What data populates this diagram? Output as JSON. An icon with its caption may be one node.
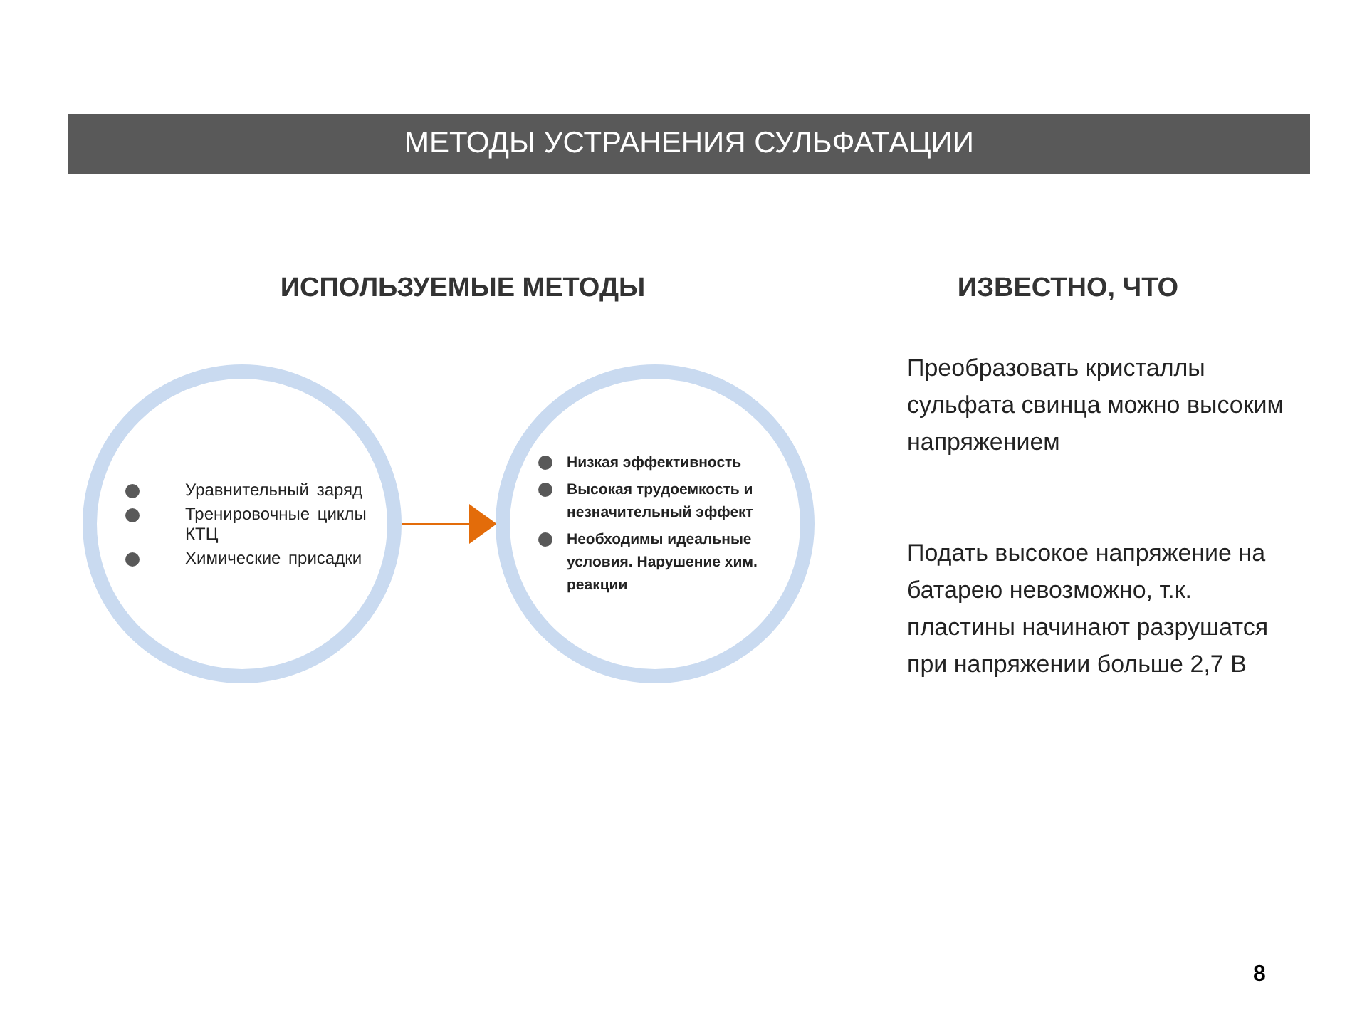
{
  "diagram": {
    "title": "МЕТОДЫ УСТРАНЕНИЯ СУЛЬФАТАЦИИ",
    "nodes": [
      {
        "text": [
          "Уравнительный заряд",
          "Тренировочные циклы КТЦ",
          "Химические присадки"
        ]
      },
      {
        "text": [
          "Низкая эффективность",
          "Высокая трудоемкость и незначительный эффект",
          "Необходимы идеальные условия. Нарушение хим. реакции"
        ]
      }
    ],
    "edges": [
      {
        "from": 0,
        "to": 1,
        "arrow": "to",
        "color": "#e36c0a"
      }
    ],
    "labels": [
      "ИСПОЛЬЗУЕМЫЕ МЕТОДЫ",
      "ИЗВЕСТНО, ЧТО",
      "Преобразовать кристаллы сульфата свинца можно высоким напряжением",
      "Подать высокое напряжение на батарею невозможно, т.к. пластины начинают разрушатся при напряжении больше 2,7 В",
      "8"
    ]
  }
}
